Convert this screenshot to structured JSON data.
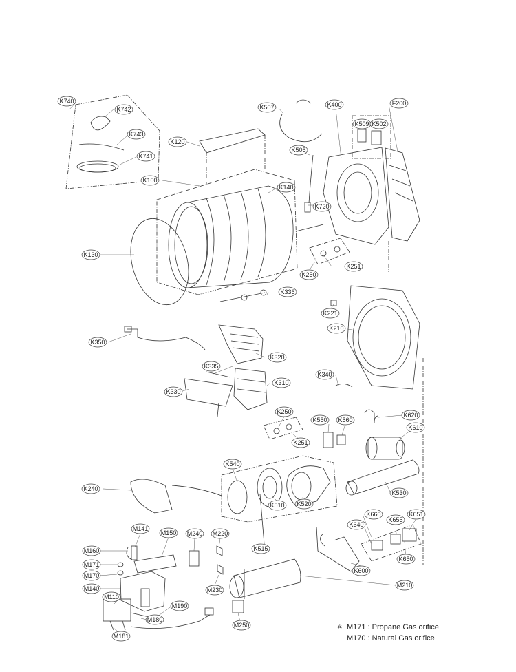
{
  "labels": {
    "K740": "K740",
    "K742": "K742",
    "K743": "K743",
    "K741": "K741",
    "K120": "K120",
    "K100": "K100",
    "K140": "K140",
    "K130": "K130",
    "K507": "K507",
    "K505": "K505",
    "K720": "K720",
    "K400": "K400",
    "K509": "K509",
    "K502": "K502",
    "F200": "F200",
    "K251a": "K251",
    "K250a": "K250",
    "K336": "K336",
    "K221": "K221",
    "K210": "K210",
    "K350": "K350",
    "K320": "K320",
    "K335": "K335",
    "K310": "K310",
    "K330": "K330",
    "K340": "K340",
    "K250b": "K250",
    "K251b": "K251",
    "K550": "K550",
    "K560": "K560",
    "K620": "K620",
    "K610": "K610",
    "K540": "K540",
    "K240": "K240",
    "K510": "K510",
    "K520": "K520",
    "K530": "K530",
    "K515": "K515",
    "K660": "K660",
    "K655": "K655",
    "K651": "K651",
    "K640": "K640",
    "K650": "K650",
    "K600": "K600",
    "M141": "M141",
    "M150": "M150",
    "M240": "M240",
    "M220": "M220",
    "M160": "M160",
    "M171": "M171",
    "M170": "M170",
    "M140": "M140",
    "M230": "M230",
    "M210": "M210",
    "M110": "M110",
    "M190": "M190",
    "M180": "M180",
    "M181": "M181",
    "M250": "M250"
  },
  "notes": {
    "symbol": "※",
    "line1": "M171 : Propane Gas orifice",
    "line2": "M170 : Natural Gas orifice"
  }
}
